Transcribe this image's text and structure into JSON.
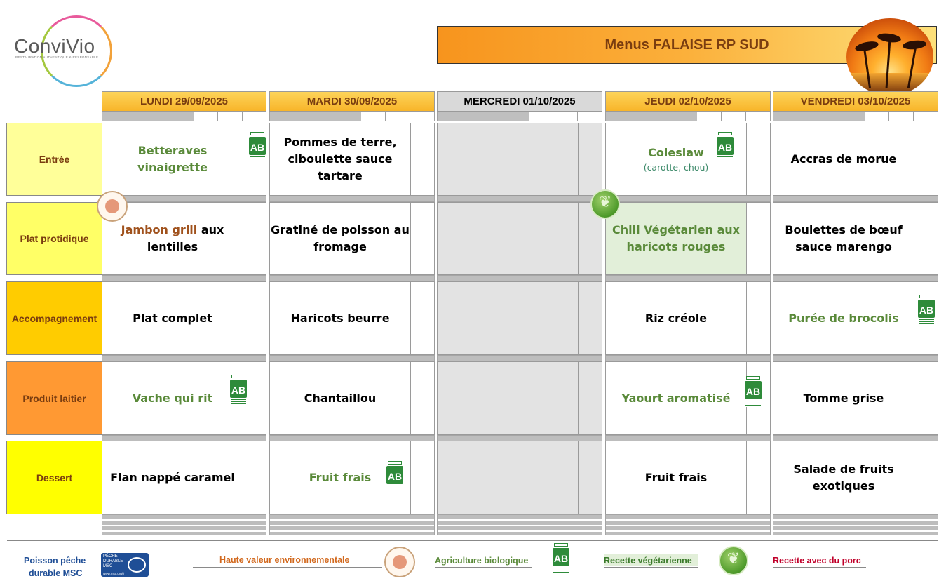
{
  "brand": {
    "name": "ConviVio",
    "tagline": "RESTAURATION AUTHENTIQUE & RESPONSABLE"
  },
  "title": "Menus FALAISE RP SUD",
  "days": [
    {
      "label": "LUNDI  29/09/2025"
    },
    {
      "label": "MARDI 30/09/2025"
    },
    {
      "label": "MERCREDI 01/10/2025"
    },
    {
      "label": "JEUDI 02/10/2025"
    },
    {
      "label": "VENDREDI 03/10/2025"
    }
  ],
  "rows": [
    {
      "label": "Entrée"
    },
    {
      "label": "Plat protidique"
    },
    {
      "label": "Accompagnement"
    },
    {
      "label": "Produit laitier"
    },
    {
      "label": "Dessert"
    }
  ],
  "menu": {
    "entree": {
      "mon": "Betteraves vinaigrette",
      "tue_1": "Pommes de terre,",
      "tue_2": "ciboulette sauce",
      "tue_3": "tartare",
      "thu": "Coleslaw",
      "thu_sub": "(carotte, chou)",
      "fri": "Accras de morue"
    },
    "plat": {
      "mon_a": "Jambon grill",
      "mon_b": " aux",
      "mon_c": "lentilles",
      "tue_1": "Gratiné de poisson au",
      "tue_2": "fromage",
      "thu_1": "Chili Végétarien aux",
      "thu_2": "haricots rouges",
      "fri_1": "Boulettes de bœuf",
      "fri_2": "sauce marengo"
    },
    "accompagnement": {
      "mon": "Plat complet",
      "tue": "Haricots beurre",
      "thu": "Riz créole",
      "fri": "Purée de brocolis"
    },
    "laitier": {
      "mon": "Vache qui rit",
      "tue": "Chantaillou",
      "thu": "Yaourt aromatisé",
      "fri": "Tomme grise"
    },
    "dessert": {
      "mon": "Flan nappé caramel",
      "tue": "Fruit frais",
      "thu": "Fruit frais",
      "fri_1": "Salade de fruits",
      "fri_2": "exotiques"
    }
  },
  "ab_logo": "AB",
  "legend": {
    "msc_1": "Poisson pêche",
    "msc_2": "durable MSC",
    "msc_badge_1": "PÊCHE",
    "msc_badge_2": "DURABLE",
    "msc_badge_3": "MSC",
    "msc_badge_4": "www.msc.org/fr",
    "hve": "Haute valeur environnementale",
    "bio": "Agriculture biologique",
    "veg": "Recette végétarienne",
    "porc": "Recette avec du porc"
  },
  "colors": {
    "bio_green": "#5a8a3a",
    "porc_red": "#c0002a",
    "hve_orange": "#d2691e",
    "veg_green": "#3a7a2a",
    "msc_blue": "#1f4e96",
    "label_brown": "#7a3d10"
  },
  "icons": [
    "ab-bio-icon",
    "hve-badge-icon",
    "vegetarian-badge-icon",
    "msc-fish-icon",
    "sunset-palm-icon"
  ]
}
